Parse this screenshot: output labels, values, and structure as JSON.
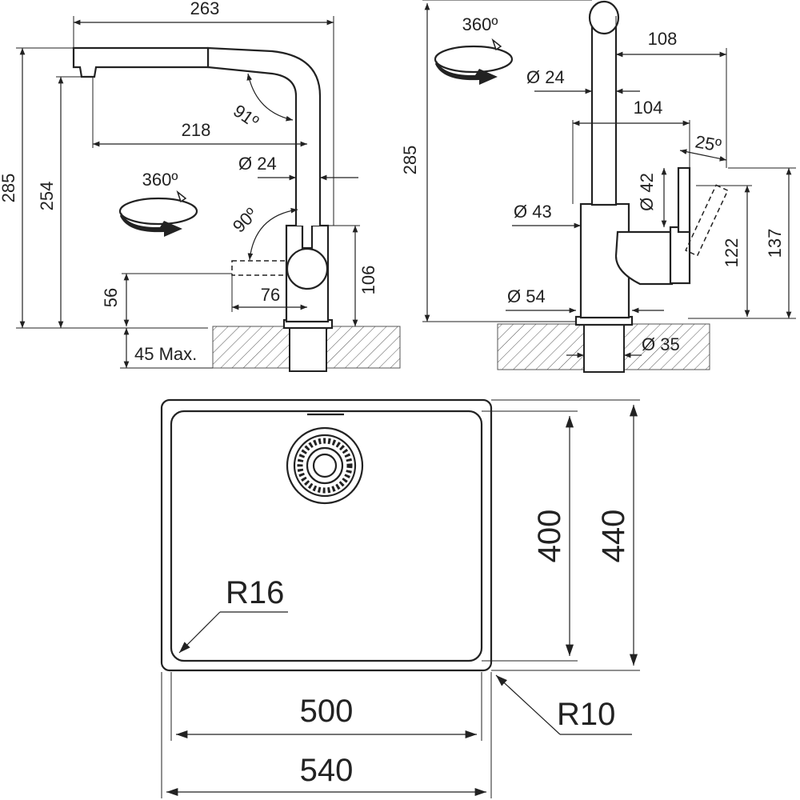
{
  "side_view": {
    "width_total": "263",
    "height_total": "285",
    "spout_height": "254",
    "reach": "218",
    "angle_spout": "91º",
    "pipe_dia": "Ø 24",
    "rotation": "360º",
    "angle_lever": "90º",
    "lever_len": "76",
    "base_h": "106",
    "spray_h": "56",
    "deck_max": "45 Max."
  },
  "front_view": {
    "rotation": "360º",
    "height_total": "285",
    "top_offset": "108",
    "pipe_dia": "Ø 24",
    "lever_offset": "104",
    "lever_angle": "25º",
    "lever_dia": "Ø 42",
    "body_dia": "Ø 43",
    "height_122": "122",
    "height_137": "137",
    "base_dia": "Ø 54",
    "shank_dia": "Ø 35"
  },
  "sink": {
    "inner_w": "500",
    "outer_w": "540",
    "inner_h": "400",
    "outer_h": "440",
    "inner_radius": "R16",
    "outer_radius": "R10"
  }
}
